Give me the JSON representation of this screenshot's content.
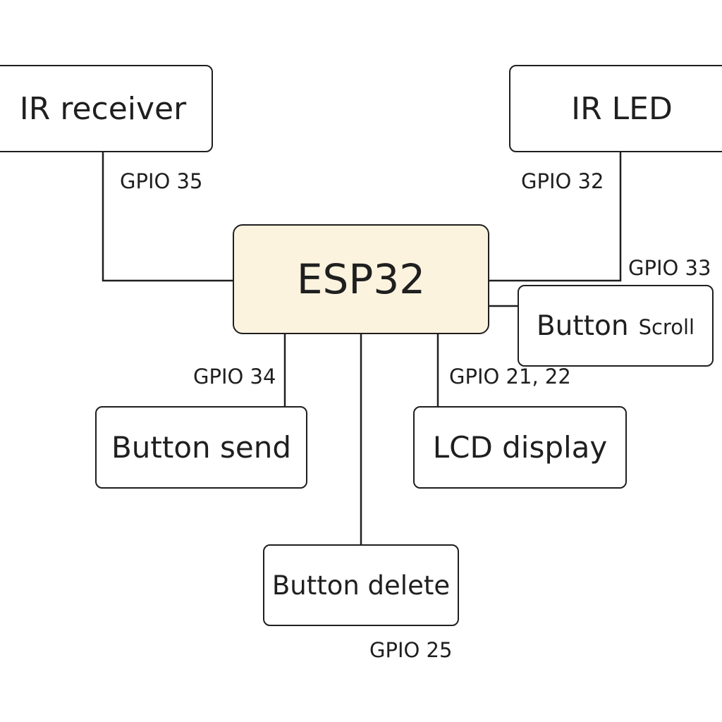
{
  "nodes": {
    "ir_receiver": "IR receiver",
    "ir_led": "IR LED",
    "esp32": "ESP32",
    "button_scroll_word": "Button",
    "button_scroll_sub": "Scroll",
    "button_send": "Button send",
    "lcd_display": "LCD display",
    "button_delete": "Button delete"
  },
  "pins": {
    "ir_receiver": "GPIO 35",
    "ir_led": "GPIO 32",
    "button_scroll": "GPIO 33",
    "button_send": "GPIO 34",
    "lcd_display": "GPIO 21, 22",
    "button_delete": "GPIO 25"
  },
  "colors": {
    "mcu_fill": "#fcf3df",
    "stroke": "#1f1f1f",
    "background": "#ffffff"
  }
}
